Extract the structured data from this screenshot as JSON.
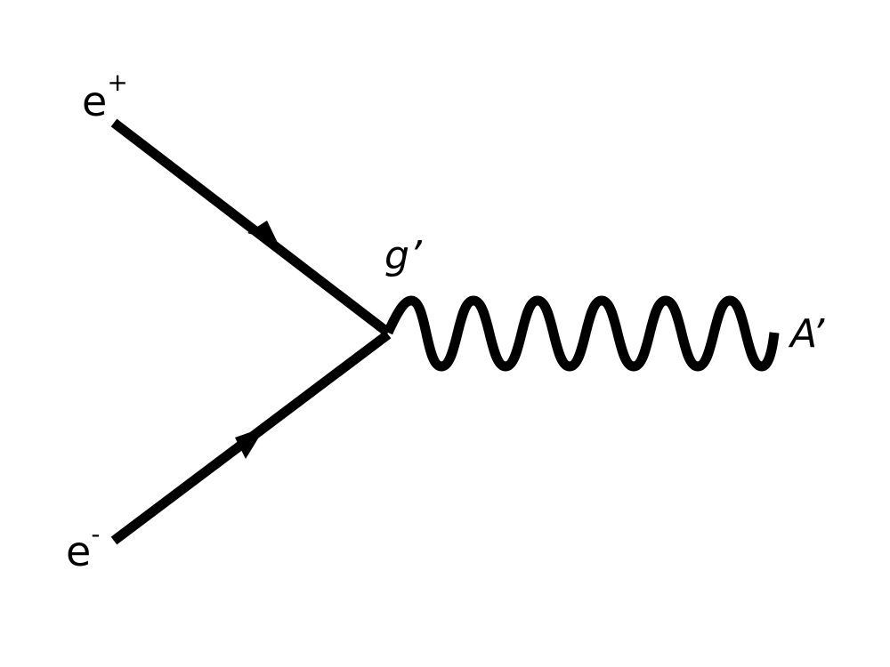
{
  "diagram": {
    "type": "feynman-vertex",
    "line_color": "#000000",
    "background": "#ffffff",
    "particles": {
      "positron": {
        "base": "e",
        "charge": "+"
      },
      "electron": {
        "base": "e",
        "charge": "-"
      },
      "boson": {
        "name": "A’"
      }
    },
    "coupling": {
      "label": "g’"
    }
  }
}
